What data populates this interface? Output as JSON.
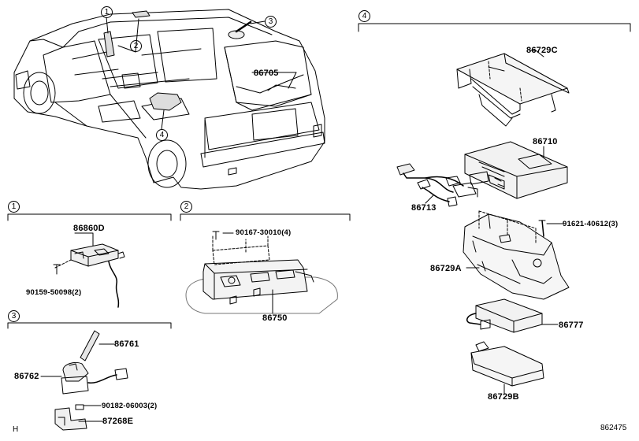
{
  "callouts": {
    "c1": "1",
    "c2": "2",
    "c3": "3",
    "c4": "4"
  },
  "parts": {
    "p86705": "86705",
    "p86729C": "86729C",
    "p86710": "86710",
    "p86713": "86713",
    "p91621": "91621-40612(3)",
    "p86729A": "86729A",
    "p86777": "86777",
    "p86729B": "86729B",
    "p86860D": "86860D",
    "p90159": "90159-50098(2)",
    "p90167": "90167-30010(4)",
    "p86750": "86750",
    "p86761": "86761",
    "p86762": "86762",
    "p90182": "90182-06003(2)",
    "p87268E": "87268E"
  },
  "footer": {
    "left": "H",
    "right": "862475"
  }
}
